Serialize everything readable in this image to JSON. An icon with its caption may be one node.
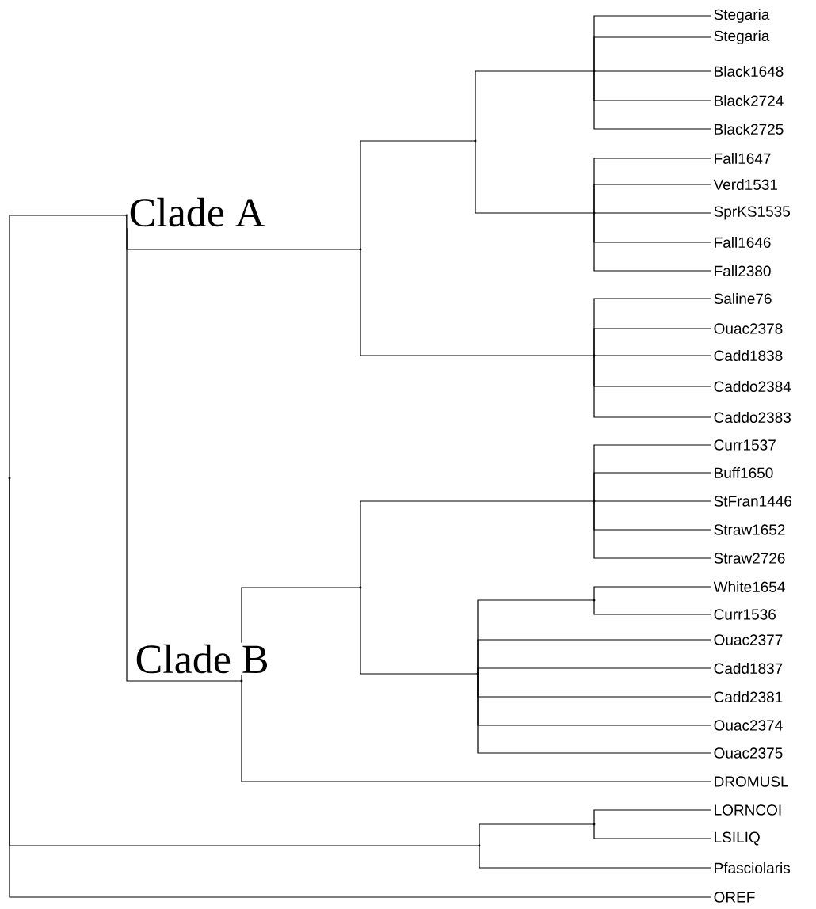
{
  "diagram": {
    "nodes": [
      {
        "text": [
          "Stegaria"
        ]
      },
      {
        "text": [
          "Stegaria"
        ]
      },
      {
        "text": [
          "Black1648"
        ]
      },
      {
        "text": [
          "Black2724"
        ]
      },
      {
        "text": [
          "Black2725"
        ]
      },
      {
        "text": [
          "Fall1647"
        ]
      },
      {
        "text": [
          "Verd1531"
        ]
      },
      {
        "text": [
          "SprKS1535"
        ]
      },
      {
        "text": [
          "Fall1646"
        ]
      },
      {
        "text": [
          "Fall2380"
        ]
      },
      {
        "text": [
          "Saline76"
        ]
      },
      {
        "text": [
          "Ouac2378"
        ]
      },
      {
        "text": [
          "Cadd1838"
        ]
      },
      {
        "text": [
          "Caddo2384"
        ]
      },
      {
        "text": [
          "Caddo2383"
        ]
      },
      {
        "text": [
          "Curr1537"
        ]
      },
      {
        "text": [
          "Buff1650"
        ]
      },
      {
        "text": [
          "StFran1446"
        ]
      },
      {
        "text": [
          "Straw1652"
        ]
      },
      {
        "text": [
          "Straw2726"
        ]
      },
      {
        "text": [
          "White1654"
        ]
      },
      {
        "text": [
          "Curr1536"
        ]
      },
      {
        "text": [
          "Ouac2377"
        ]
      },
      {
        "text": [
          "Cadd1837"
        ]
      },
      {
        "text": [
          "Cadd2381"
        ]
      },
      {
        "text": [
          "Ouac2374"
        ]
      },
      {
        "text": [
          "Ouac2375"
        ]
      },
      {
        "text": [
          "DROMUSL"
        ]
      },
      {
        "text": [
          "LORNCOI"
        ]
      },
      {
        "text": [
          "LSILIQ"
        ]
      },
      {
        "text": [
          "Pfasciolaris"
        ]
      },
      {
        "text": [
          "OREF"
        ]
      },
      {
        "text": [],
        "shape": "point"
      },
      {
        "text": [],
        "shape": "point"
      },
      {
        "text": [],
        "shape": "point"
      },
      {
        "text": [],
        "shape": "point"
      },
      {
        "text": [],
        "shape": "point"
      },
      {
        "text": [],
        "shape": "point"
      },
      {
        "text": [],
        "shape": "point"
      },
      {
        "text": [],
        "shape": "point"
      },
      {
        "text": [],
        "shape": "point"
      },
      {
        "text": [],
        "shape": "point"
      },
      {
        "text": [],
        "shape": "point"
      },
      {
        "text": [],
        "shape": "point"
      },
      {
        "text": [],
        "shape": "point"
      },
      {
        "text": [],
        "shape": "point"
      }
    ],
    "edges": [
      {
        "from": 32,
        "to": 33,
        "arrow": "none"
      },
      {
        "from": 32,
        "to": 44,
        "arrow": "none"
      },
      {
        "from": 32,
        "to": 31,
        "arrow": "none"
      },
      {
        "from": 33,
        "to": 34,
        "arrow": "none"
      },
      {
        "from": 33,
        "to": 39,
        "arrow": "none"
      },
      {
        "from": 34,
        "to": 35,
        "arrow": "none"
      },
      {
        "from": 34,
        "to": 38,
        "arrow": "none"
      },
      {
        "from": 35,
        "to": 36,
        "arrow": "none"
      },
      {
        "from": 35,
        "to": 37,
        "arrow": "none"
      },
      {
        "from": 36,
        "to": 0,
        "arrow": "none"
      },
      {
        "from": 36,
        "to": 1,
        "arrow": "none"
      },
      {
        "from": 36,
        "to": 2,
        "arrow": "none"
      },
      {
        "from": 36,
        "to": 3,
        "arrow": "none"
      },
      {
        "from": 36,
        "to": 4,
        "arrow": "none"
      },
      {
        "from": 37,
        "to": 5,
        "arrow": "none"
      },
      {
        "from": 37,
        "to": 6,
        "arrow": "none"
      },
      {
        "from": 37,
        "to": 7,
        "arrow": "none"
      },
      {
        "from": 37,
        "to": 8,
        "arrow": "none"
      },
      {
        "from": 37,
        "to": 9,
        "arrow": "none"
      },
      {
        "from": 38,
        "to": 10,
        "arrow": "none"
      },
      {
        "from": 38,
        "to": 11,
        "arrow": "none"
      },
      {
        "from": 38,
        "to": 12,
        "arrow": "none"
      },
      {
        "from": 38,
        "to": 13,
        "arrow": "none"
      },
      {
        "from": 38,
        "to": 14,
        "arrow": "none"
      },
      {
        "from": 39,
        "to": 40,
        "arrow": "none"
      },
      {
        "from": 39,
        "to": 27,
        "arrow": "none"
      },
      {
        "from": 40,
        "to": 41,
        "arrow": "none"
      },
      {
        "from": 40,
        "to": 42,
        "arrow": "none"
      },
      {
        "from": 41,
        "to": 15,
        "arrow": "none"
      },
      {
        "from": 41,
        "to": 16,
        "arrow": "none"
      },
      {
        "from": 41,
        "to": 17,
        "arrow": "none"
      },
      {
        "from": 41,
        "to": 18,
        "arrow": "none"
      },
      {
        "from": 41,
        "to": 19,
        "arrow": "none"
      },
      {
        "from": 42,
        "to": 43,
        "arrow": "none"
      },
      {
        "from": 42,
        "to": 22,
        "arrow": "none"
      },
      {
        "from": 42,
        "to": 23,
        "arrow": "none"
      },
      {
        "from": 42,
        "to": 24,
        "arrow": "none"
      },
      {
        "from": 42,
        "to": 25,
        "arrow": "none"
      },
      {
        "from": 42,
        "to": 26,
        "arrow": "none"
      },
      {
        "from": 43,
        "to": 20,
        "arrow": "none"
      },
      {
        "from": 43,
        "to": 21,
        "arrow": "none"
      },
      {
        "from": 44,
        "to": 45,
        "arrow": "none"
      },
      {
        "from": 44,
        "to": 30,
        "arrow": "none"
      },
      {
        "from": 45,
        "to": 28,
        "arrow": "none"
      },
      {
        "from": 45,
        "to": 29,
        "arrow": "none"
      }
    ],
    "labels": [
      "Clade A",
      "Clade B"
    ]
  }
}
